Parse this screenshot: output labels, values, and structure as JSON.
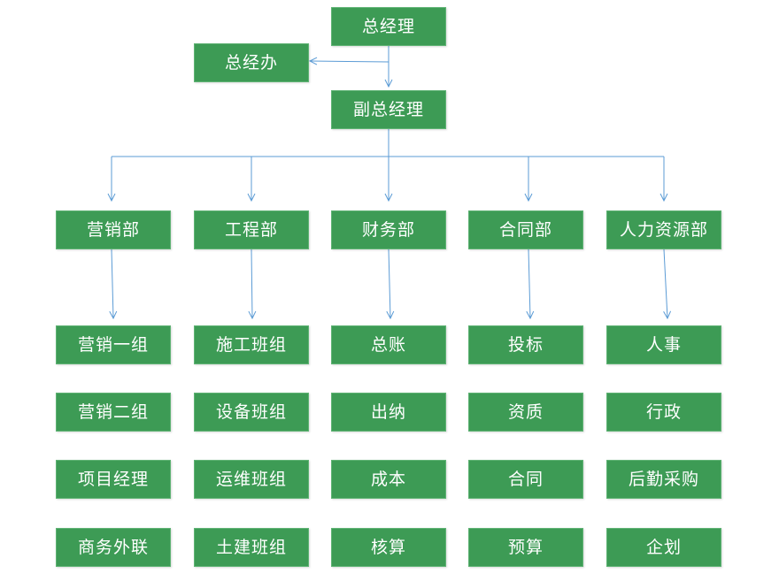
{
  "colors": {
    "node_fill": "#3d9b55",
    "connector": "#5b9bd5"
  },
  "top": {
    "gm": "总经理",
    "office": "总经办",
    "deputy": "副总经理"
  },
  "departments": [
    {
      "name": "营销部",
      "items": [
        "营销一组",
        "营销二组",
        "项目经理",
        "商务外联"
      ]
    },
    {
      "name": "工程部",
      "items": [
        "施工班组",
        "设备班组",
        "运维班组",
        "土建班组"
      ]
    },
    {
      "name": "财务部",
      "items": [
        "总账",
        "出纳",
        "成本",
        "核算"
      ]
    },
    {
      "name": "合同部",
      "items": [
        "投标",
        "资质",
        "合同",
        "预算"
      ]
    },
    {
      "name": "人力资源部",
      "items": [
        "人事",
        "行政",
        "后勤采购",
        "企划"
      ]
    }
  ]
}
